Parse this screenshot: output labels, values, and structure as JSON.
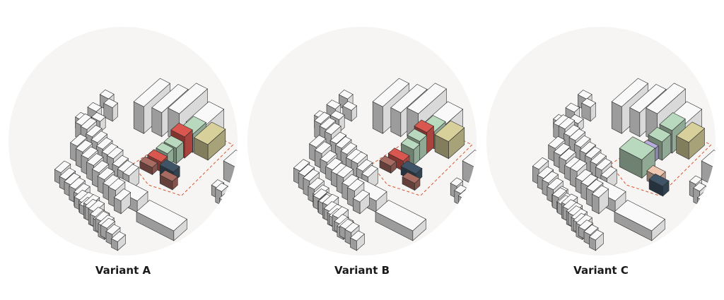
{
  "colors": {
    "background": "#ffffff",
    "disk": "#f6f5f4",
    "building_top": "#f9f9f9",
    "building_side": "#d9d9d9",
    "building_dark": "#9c9c9c",
    "outline": "#2d2d2d",
    "site_boundary": "#d9562b",
    "green": "#b9d9be",
    "red": "#d9574f",
    "navy": "#3f5466",
    "brown": "#a86b61",
    "olive": "#d8d09b",
    "purple": "#b6addc",
    "peach": "#f0c8b2"
  },
  "variants": [
    {
      "label": "Variant A"
    },
    {
      "label": "Variant B"
    },
    {
      "label": "Variant C"
    }
  ]
}
